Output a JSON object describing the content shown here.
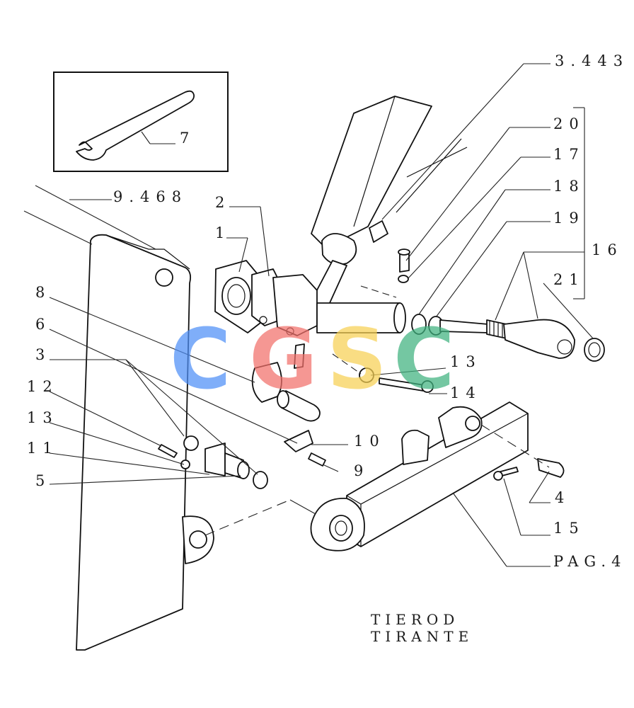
{
  "labels": {
    "ref_3_443": "3.443",
    "ref_20": "20",
    "ref_17": "17",
    "ref_18": "18",
    "ref_19": "19",
    "ref_16": "16",
    "ref_21": "21",
    "ref_7": "7",
    "ref_9_468": "9.468",
    "ref_2": "2",
    "ref_1": "1",
    "ref_8": "8",
    "ref_6": "6",
    "ref_3": "3",
    "ref_12": "12",
    "ref_13_left": "13",
    "ref_11": "11",
    "ref_5": "5",
    "ref_13_right": "13",
    "ref_14": "14",
    "ref_10": "10",
    "ref_9": "9",
    "ref_4": "4",
    "ref_15": "15",
    "ref_pag4": "PAG.4"
  },
  "title": {
    "line1": "TIEROD",
    "line2": "TIRANTE"
  },
  "watermark": {
    "letters": [
      "C",
      "G",
      "S",
      "C"
    ],
    "colors": [
      "#4f8ff7",
      "#f2706a",
      "#f7d154",
      "#3fb27f"
    ]
  }
}
